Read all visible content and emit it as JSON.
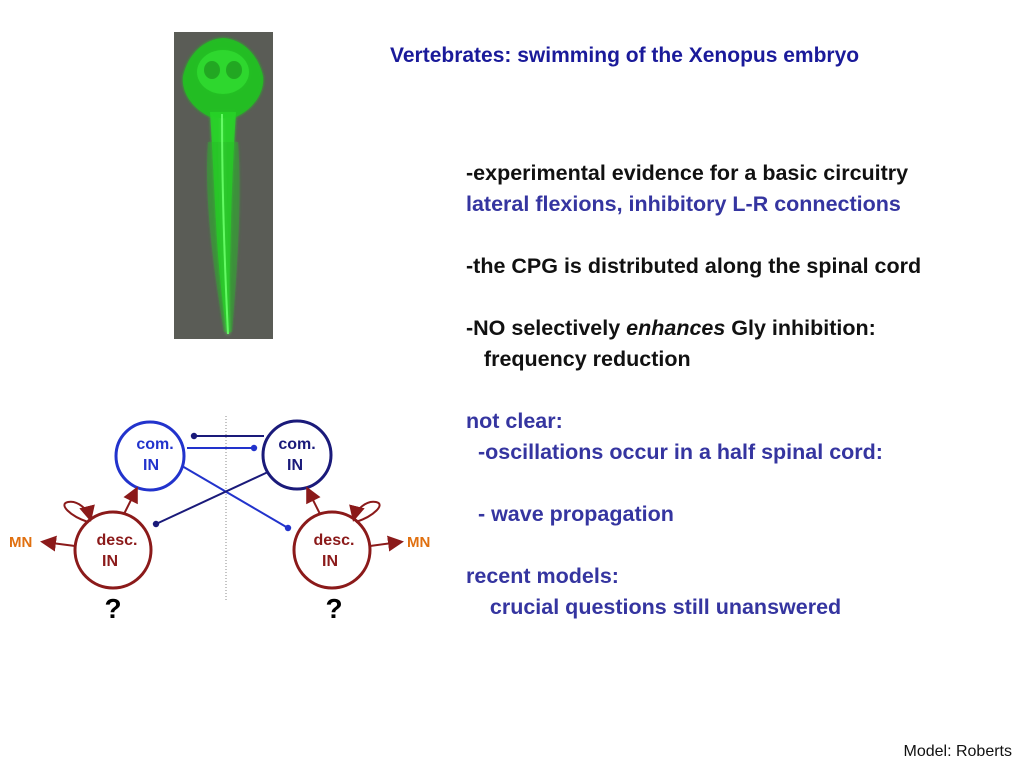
{
  "title": "Vertebrates: swimming of the Xenopus embryo",
  "photo": {
    "icon": "tadpole-embryo-fluorescence-image",
    "background": "#5a5c56",
    "glow": "#2cff2c"
  },
  "bullets": {
    "experimental_evidence": "-experimental evidence for a basic circuitry",
    "lateral_flexions": "lateral flexions, inhibitory L-R connections",
    "cpg_distributed": "-the CPG is distributed along the spinal cord",
    "no_prefix": "-NO selectively ",
    "no_emphasis": "enhances",
    "no_suffix": " Gly inhibition:",
    "frequency_reduction": "   frequency reduction",
    "not_clear": "not clear:",
    "oscillations": "  -oscillations occur in a half spinal cord:",
    "wave_propagation": "  - wave propagation",
    "recent_models": "recent models:",
    "crucial_questions": "    crucial questions still unanswered"
  },
  "diagram": {
    "left_com_line1": "com.",
    "left_com_line2": "IN",
    "right_com_line1": "com.",
    "right_com_line2": "IN",
    "left_desc_line1": "desc.",
    "left_desc_line2": "IN",
    "right_desc_line1": "desc.",
    "right_desc_line2": "IN",
    "left_mn": "MN",
    "right_mn": "MN",
    "left_question": "?",
    "right_question": "?",
    "colors": {
      "com_left": "#2233cc",
      "com_right": "#1a1a7a",
      "desc": "#8b1a1a",
      "connection_blue": "#2233cc",
      "connection_navy": "#1a1a7a",
      "mn": "#e07010",
      "midline": "#888888"
    }
  },
  "footer": "Model: Roberts"
}
